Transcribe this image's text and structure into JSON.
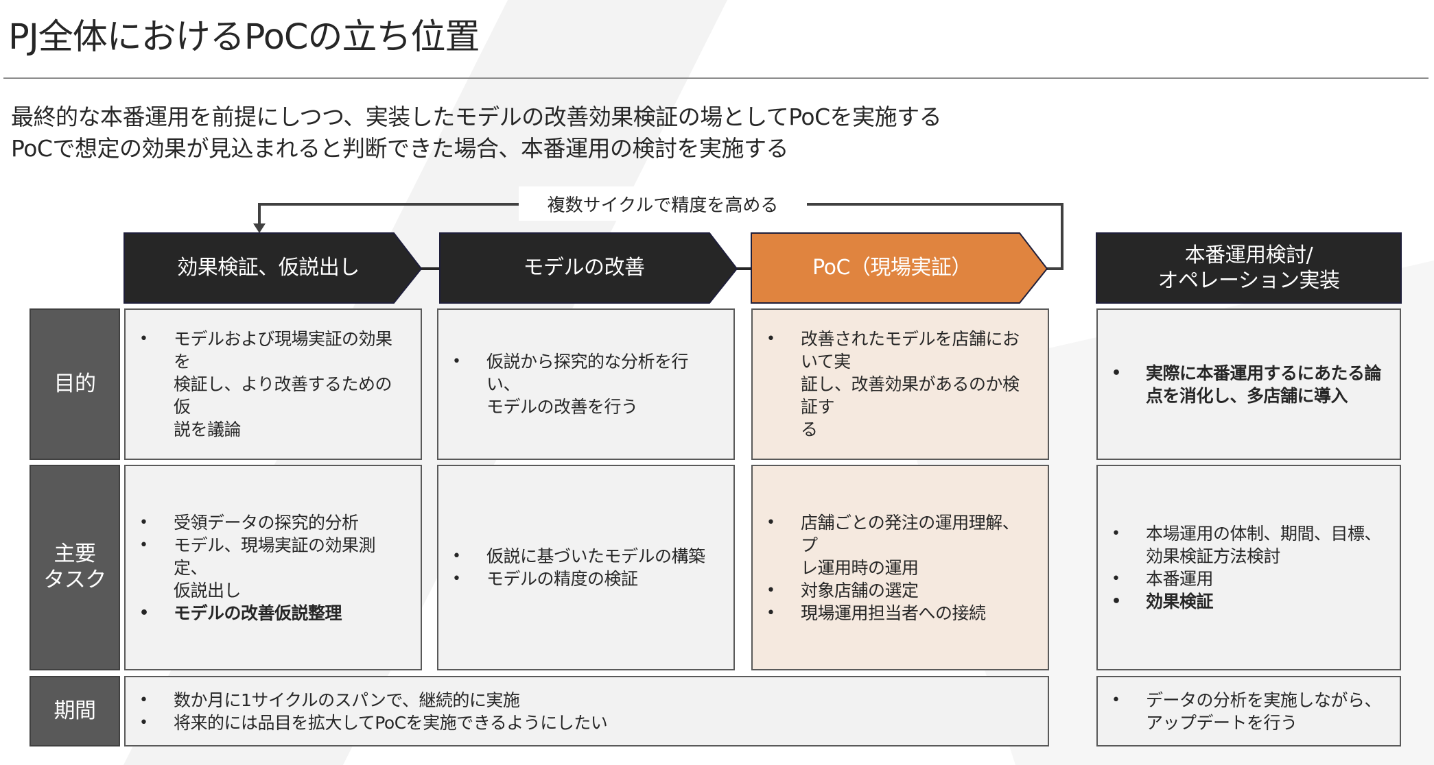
{
  "title": "PJ全体におけるPoCの立ち位置",
  "subtitle": [
    "最終的な本番運用を前提にしつつ、実装したモデルの改善効果検証の場としてPoCを実施する",
    "PoCで想定の効果が見込まれると判断できた場合、本番運用の検討を実施する"
  ],
  "loop_label": "複数サイクルで精度を高める",
  "phases": [
    {
      "label": "効果検証、仮説出し",
      "color": "#262626"
    },
    {
      "label": "モデルの改善",
      "color": "#262626"
    },
    {
      "label": "PoC（現場実証）",
      "color": "#e0843f"
    }
  ],
  "production": {
    "title_line1": "本番運用検討/",
    "title_line2": "オペレーション実装",
    "color": "#262626"
  },
  "row_labels": {
    "purpose": "目的",
    "tasks_line1": "主要",
    "tasks_line2": "タスク",
    "period": "期間"
  },
  "purpose": {
    "phase1": [
      "モデルおよび現場実証の効果を",
      "検証し、より改善するための仮",
      "説を議論"
    ],
    "phase2": [
      "仮説から探究的な分析を行い、",
      "モデルの改善を行う"
    ],
    "phase3": [
      "改善されたモデルを店舗において実",
      "証し、改善効果があるのか検証す",
      "る"
    ],
    "production": [
      "実際に本番運用するにあたる論",
      "点を消化し、多店舗に導入"
    ]
  },
  "tasks": {
    "phase1": [
      {
        "lines": [
          "受領データの探究的分析"
        ],
        "bold": false
      },
      {
        "lines": [
          "モデル、現場実証の効果測定、",
          "仮説出し"
        ],
        "bold": false
      },
      {
        "lines": [
          "モデルの改善仮説整理"
        ],
        "bold": true
      }
    ],
    "phase2": [
      {
        "lines": [
          "仮説に基づいたモデルの構築"
        ],
        "bold": false
      },
      {
        "lines": [
          "モデルの精度の検証"
        ],
        "bold": false
      }
    ],
    "phase3": [
      {
        "lines": [
          "店舗ごとの発注の運用理解、プ",
          "レ運用時の運用"
        ],
        "bold": false
      },
      {
        "lines": [
          "対象店舗の選定"
        ],
        "bold": false
      },
      {
        "lines": [
          "現場運用担当者への接続"
        ],
        "bold": false
      }
    ],
    "production": [
      {
        "lines": [
          "本場運用の体制、期間、目標、",
          "効果検証方法検討"
        ],
        "bold": false
      },
      {
        "lines": [
          "本番運用"
        ],
        "bold": false
      },
      {
        "lines": [
          "効果検証"
        ],
        "bold": true
      }
    ]
  },
  "period": {
    "cycle": [
      "数か月に1サイクルのスパンで、継続的に実施",
      "将来的には品目を拡大してPoCを実施できるようにしたい"
    ],
    "production": [
      "データの分析を実施しながら、",
      "アップデートを行う"
    ]
  }
}
